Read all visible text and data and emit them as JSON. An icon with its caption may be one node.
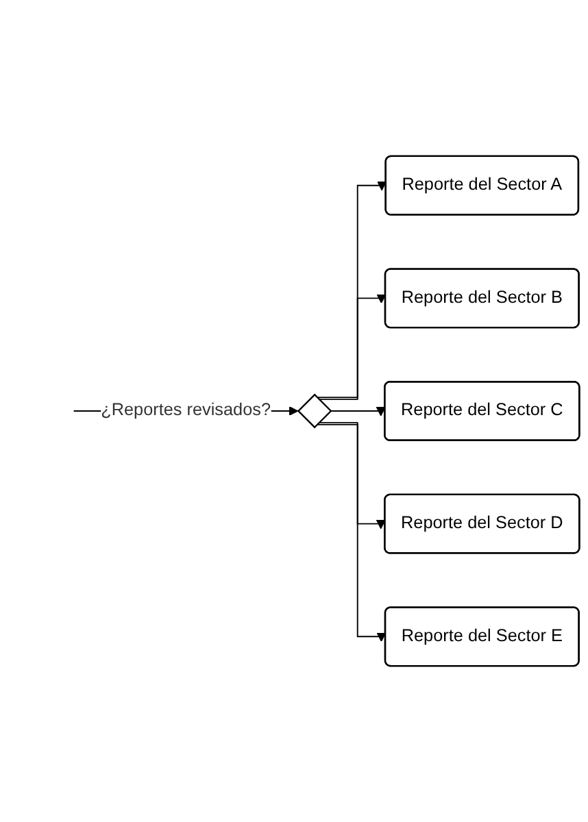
{
  "diagram": {
    "nodes": [
      {
        "text": [],
        "shape": "diamond"
      },
      {
        "text": [
          "Reporte del Sector A"
        ]
      },
      {
        "text": [
          "Reporte del Sector B"
        ]
      },
      {
        "text": [
          "Reporte del Sector C"
        ]
      },
      {
        "text": [
          "Reporte del Sector D"
        ]
      },
      {
        "text": [
          "Reporte del Sector E"
        ]
      }
    ],
    "edges": [
      {
        "from": null,
        "to": 0,
        "arrow": "to",
        "label": "¿Reportes revisados?"
      },
      {
        "from": 0,
        "to": 1,
        "arrow": "to"
      },
      {
        "from": 0,
        "to": 2,
        "arrow": "to"
      },
      {
        "from": 0,
        "to": 3,
        "arrow": "to"
      },
      {
        "from": 0,
        "to": 4,
        "arrow": "to"
      },
      {
        "from": 0,
        "to": 5,
        "arrow": "to"
      }
    ]
  }
}
